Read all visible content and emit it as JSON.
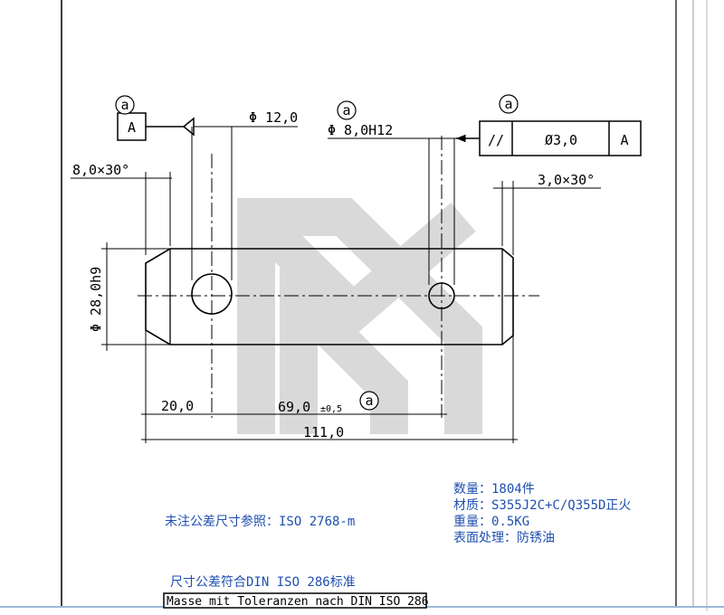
{
  "drawing": {
    "tolerance_frame_left": {
      "datum_letter": "A"
    },
    "tolerance_frame_right": {
      "symbol": "//",
      "value": "Ø3,0",
      "datum": "A"
    },
    "dimensions": {
      "hole_large_dia": "Φ 12,0",
      "hole_small_dia": "Φ 8,0H12",
      "chamfer_left": "8,0×30°",
      "chamfer_right": "3,0×30°",
      "shaft_dia": "Φ 28,0h9",
      "left_to_hole": "20,0",
      "hole_spacing": "69,0",
      "hole_spacing_tol": "±0,5",
      "overall_length": "111,0"
    },
    "marker_letter": "a"
  },
  "watermark_color": "#d3d3d3",
  "specs": {
    "quantity": "数量：1804件",
    "material": "材质：S355J2C+C/Q355D正火",
    "weight": "重量：0.5KG",
    "surface": "表面处理：防锈油"
  },
  "notes": {
    "general_tolerance": "未注公差尺寸参照：ISO 2768-m",
    "din_cn": "尺寸公差符合DIN ISO 286标准",
    "din_de": "Masse mit Toleranzen nach DIN ISO 286"
  },
  "colors": {
    "note_blue": "#1f4fb0",
    "line": "#000000"
  }
}
